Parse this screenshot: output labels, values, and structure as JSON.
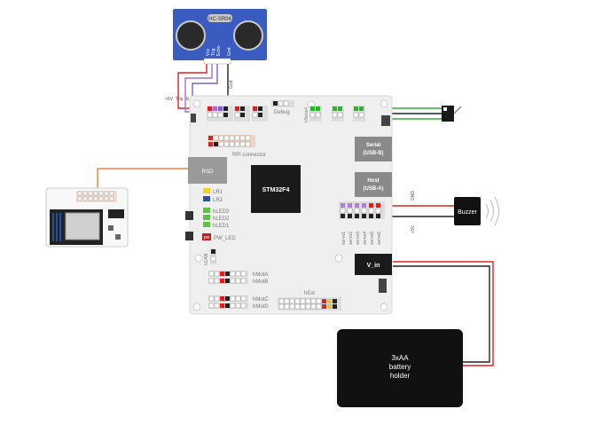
{
  "sensor": {
    "chip": "HC-SR04",
    "pins": [
      "Vcc",
      "Trig",
      "Echo",
      "Gnd"
    ]
  },
  "wire_labels": {
    "v5": "+5V",
    "trig": "Trig",
    "echo": "Echo",
    "gnd": "Gnd",
    "buzzer_gnd": "GND",
    "buzzer_v5": "+5V"
  },
  "board": {
    "mcu": "STM32F4",
    "rpi": "RPi connector",
    "rsd": "RSD",
    "debug": "Debug",
    "hsens": "hSens4",
    "serial": [
      "Serial",
      "(USB-B)"
    ],
    "host": [
      "Host",
      "(USB-A)"
    ],
    "leds": [
      "LR1",
      "LR2",
      "hLED3",
      "hLED2",
      "hLED1"
    ],
    "pw_badge": "pw",
    "pw_led": "PW_LED",
    "can": "hCAN",
    "motors": [
      "hMotA",
      "hMotB",
      "hMotC",
      "hMotD"
    ],
    "ext": "hExt",
    "vin": "V_in",
    "servos": [
      "servo1",
      "servo2",
      "servo3",
      "servo4",
      "servo5",
      "servo6"
    ]
  },
  "buzzer": "Buzzer",
  "battery": [
    "3xAA",
    "battery",
    "holder"
  ],
  "colors": {
    "board": "#f0f0f0",
    "sensor": "#3a5cc0",
    "wire_red": "#e02020",
    "wire_green": "#30b030",
    "wire_orange": "#f08040",
    "wire_purple": "#9060c0",
    "wire_black": "#222222",
    "black_box": "#111111"
  }
}
